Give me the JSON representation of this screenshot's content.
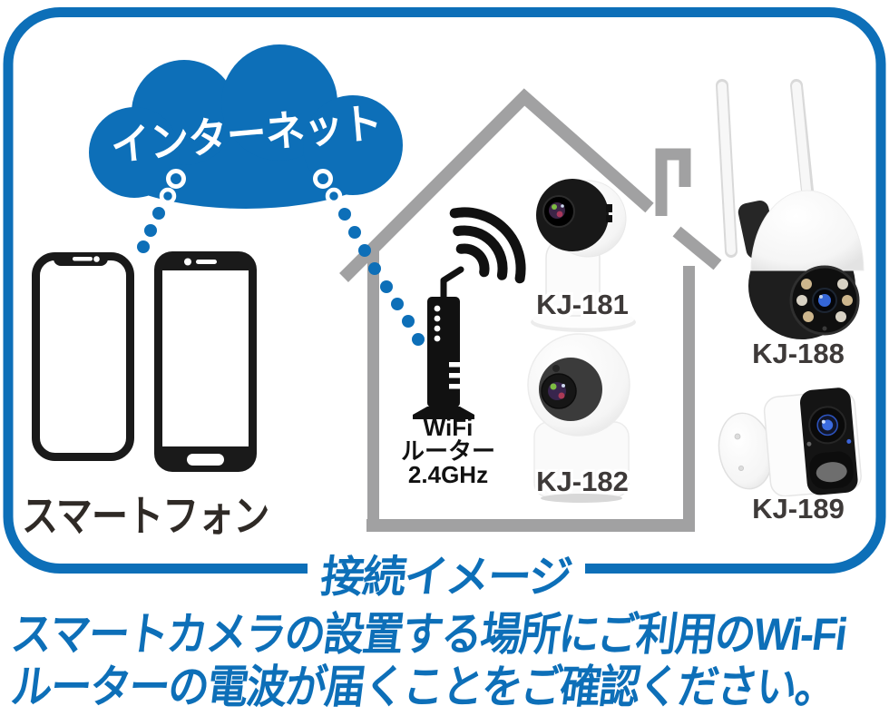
{
  "colors": {
    "accent_blue": "#0d6fb8",
    "house_gray": "#a1a1a2",
    "label_dark": "#3e3a39",
    "device_black": "#1a1a1a"
  },
  "cloud": {
    "label": "インターネット"
  },
  "smartphones": {
    "label": "スマートフォン"
  },
  "router": {
    "line1": "WiFi",
    "line2": "ルーター",
    "line3": "2.4GHz"
  },
  "cameras": [
    {
      "model": "KJ-181"
    },
    {
      "model": "KJ-182"
    },
    {
      "model": "KJ-188"
    },
    {
      "model": "KJ-189"
    }
  ],
  "footer": {
    "title": "接続イメージ",
    "caption_line1": "スマートカメラの設置する場所にご利用のWi-Fi",
    "caption_line2": "ルーターの電波が届くことをご確認ください。"
  }
}
